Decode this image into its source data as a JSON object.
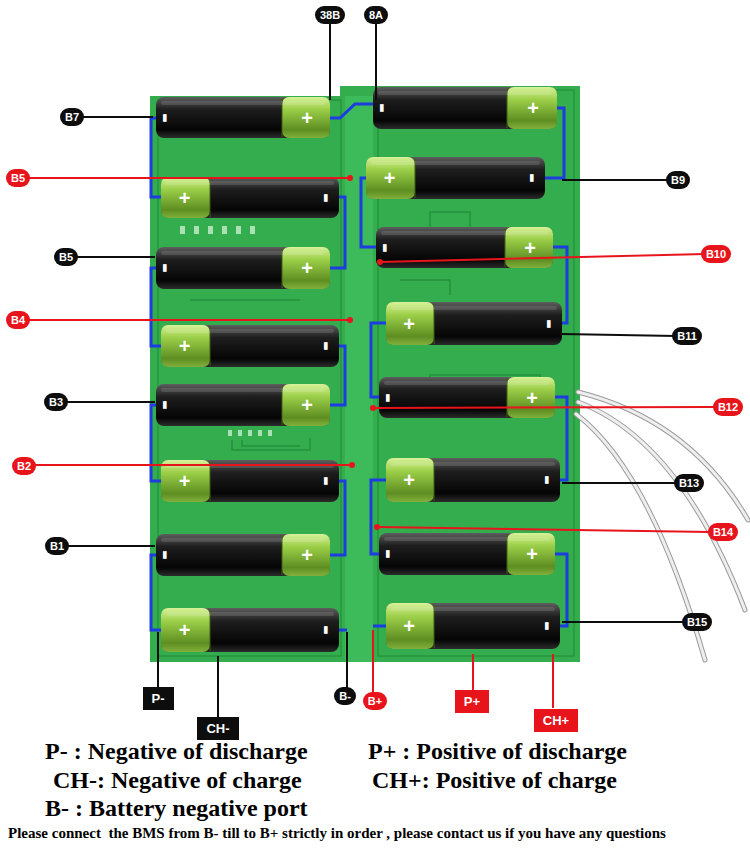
{
  "diagram": {
    "nodes": [
      {
        "text": [
          "38B"
        ]
      },
      {
        "text": [
          "8A"
        ]
      },
      {
        "text": [
          "B7"
        ]
      },
      {
        "text": [
          "-",
          "+"
        ]
      },
      {
        "text": [
          "-",
          "+"
        ]
      },
      {
        "text": [
          "B5"
        ]
      },
      {
        "text": [
          "+",
          "-"
        ]
      },
      {
        "text": [
          "+",
          "-"
        ]
      },
      {
        "text": [
          "B9"
        ]
      },
      {
        "text": [
          "B5"
        ]
      },
      {
        "text": [
          "-",
          "+"
        ]
      },
      {
        "text": [
          "-",
          "+"
        ]
      },
      {
        "text": [
          "B10"
        ]
      },
      {
        "text": [
          "B4"
        ]
      },
      {
        "text": [
          "+",
          "-"
        ]
      },
      {
        "text": [
          "+",
          "-"
        ]
      },
      {
        "text": [
          "B11"
        ]
      },
      {
        "text": [
          "B3"
        ]
      },
      {
        "text": [
          "-",
          "+"
        ]
      },
      {
        "text": [
          "-",
          "+"
        ]
      },
      {
        "text": [
          "B12"
        ]
      },
      {
        "text": [
          "B2"
        ]
      },
      {
        "text": [
          "+",
          "-"
        ]
      },
      {
        "text": [
          "+",
          "-"
        ]
      },
      {
        "text": [
          "B13"
        ]
      },
      {
        "text": [
          "B1"
        ]
      },
      {
        "text": [
          "-",
          "+"
        ]
      },
      {
        "text": [
          "-",
          "+"
        ]
      },
      {
        "text": [
          "B14"
        ]
      },
      {
        "text": [
          "+",
          "-"
        ]
      },
      {
        "text": [
          "+",
          "-"
        ]
      },
      {
        "text": [
          "B15"
        ]
      },
      {
        "text": [
          "B-"
        ]
      },
      {
        "text": [
          "B+"
        ]
      },
      {
        "text": [
          "P-"
        ]
      },
      {
        "text": [
          "P+"
        ]
      },
      {
        "text": [
          "CH-"
        ]
      },
      {
        "text": [
          "CH+"
        ]
      }
    ],
    "labels": [
      "P- : Negative of discharge",
      "P+ : Positive of discharge",
      "CH-: Negative of charge",
      "CH+: Positive of charge",
      "B- : Battery negative port",
      "Please connect  the BMS from B- till to B+ strictly in order , please contact us if you have any questions"
    ]
  }
}
